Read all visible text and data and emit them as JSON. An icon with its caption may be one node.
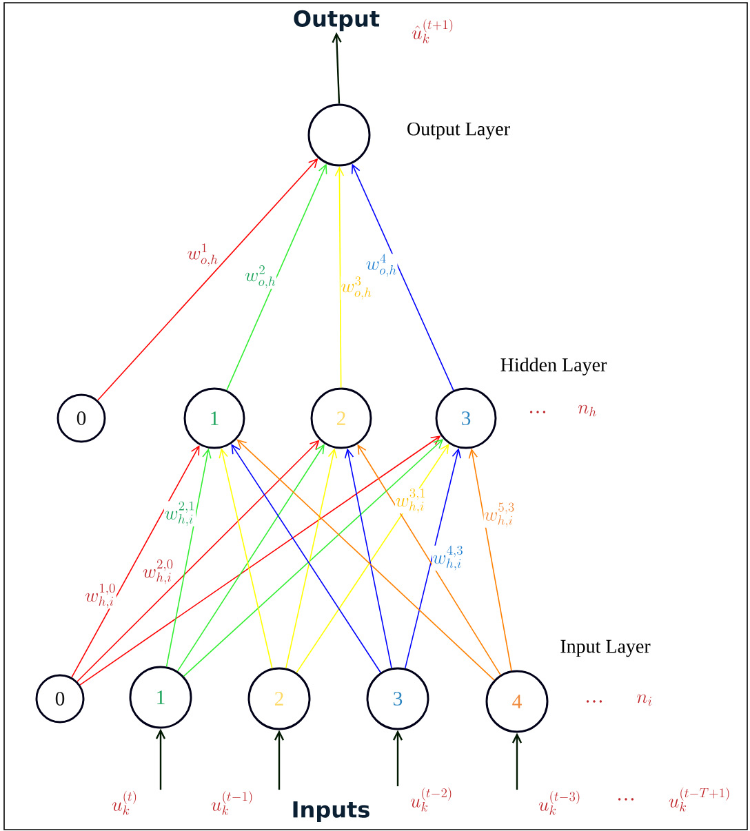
{
  "diagram": {
    "nodes": [
      {
        "text": [
          "Output"
        ]
      },
      {
        "text": [],
        "shape": "circle"
      },
      {
        "text": [
          "0"
        ]
      },
      {
        "text": [
          "1"
        ]
      },
      {
        "text": [
          "2"
        ]
      },
      {
        "text": [
          "3"
        ]
      },
      {
        "text": [
          "0"
        ]
      },
      {
        "text": [
          "1"
        ]
      },
      {
        "text": [
          "2"
        ]
      },
      {
        "text": [
          "3"
        ]
      },
      {
        "text": [
          "4"
        ]
      },
      {
        "text": [
          "u_k^{(t)}"
        ]
      },
      {
        "text": [
          "u_k^{(t-1)}"
        ]
      },
      {
        "text": [
          "u_k^{(t-2)}"
        ]
      },
      {
        "text": [
          "u_k^{(t-3)}"
        ]
      }
    ],
    "edges": [
      {
        "from": 1,
        "to": 0,
        "arrow": "to"
      },
      {
        "from": 2,
        "to": 1,
        "arrow": "to",
        "color": "#ff0000",
        "label": "w_{o,h}^{1}"
      },
      {
        "from": 3,
        "to": 1,
        "arrow": "to",
        "color": "#33ee33",
        "label": "w_{o,h}^{2}"
      },
      {
        "from": 4,
        "to": 1,
        "arrow": "to",
        "color": "#ffff00",
        "label": "w_{o,h}^{3}"
      },
      {
        "from": 5,
        "to": 1,
        "arrow": "to",
        "color": "#0000ff",
        "label": "w_{o,h}^{4}"
      },
      {
        "from": 6,
        "to": 3,
        "arrow": "to",
        "color": "#ff0000",
        "label": "w_{h,i}^{1,0}"
      },
      {
        "from": 6,
        "to": 4,
        "arrow": "to",
        "color": "#ff0000",
        "label": "w_{h,i}^{2,0}"
      },
      {
        "from": 6,
        "to": 5,
        "arrow": "to",
        "color": "#ff0000"
      },
      {
        "from": 7,
        "to": 3,
        "arrow": "to",
        "color": "#33ee33",
        "label": "w_{h,i}^{2,1}"
      },
      {
        "from": 7,
        "to": 4,
        "arrow": "to",
        "color": "#33ee33"
      },
      {
        "from": 7,
        "to": 5,
        "arrow": "to",
        "color": "#33ee33"
      },
      {
        "from": 8,
        "to": 3,
        "arrow": "to",
        "color": "#ffff00"
      },
      {
        "from": 8,
        "to": 4,
        "arrow": "to",
        "color": "#ffff00"
      },
      {
        "from": 8,
        "to": 5,
        "arrow": "to",
        "color": "#ffff00",
        "label": "w_{h,i}^{3,1}"
      },
      {
        "from": 9,
        "to": 3,
        "arrow": "to",
        "color": "#0000ff"
      },
      {
        "from": 9,
        "to": 4,
        "arrow": "to",
        "color": "#0000ff"
      },
      {
        "from": 9,
        "to": 5,
        "arrow": "to",
        "color": "#0000ff",
        "label": "w_{h,i}^{4,3}"
      },
      {
        "from": 10,
        "to": 3,
        "arrow": "to",
        "color": "#ff8000"
      },
      {
        "from": 10,
        "to": 4,
        "arrow": "to",
        "color": "#ff8000"
      },
      {
        "from": 10,
        "to": 5,
        "arrow": "to",
        "color": "#ff8000",
        "label": "w_{h,i}^{5,3}"
      },
      {
        "from": 11,
        "to": 7,
        "arrow": "to"
      },
      {
        "from": 12,
        "to": 8,
        "arrow": "to"
      },
      {
        "from": 13,
        "to": 9,
        "arrow": "to"
      },
      {
        "from": 14,
        "to": 10,
        "arrow": "to"
      }
    ],
    "labels": [
      "\\hat{u}_k^{(t+1)}",
      "Output Layer",
      "Hidden Layer",
      "…",
      "n_h",
      "Input Layer",
      "…",
      "n_i",
      "Inputs",
      "…",
      "u_k^{(t-T+1)}"
    ]
  }
}
